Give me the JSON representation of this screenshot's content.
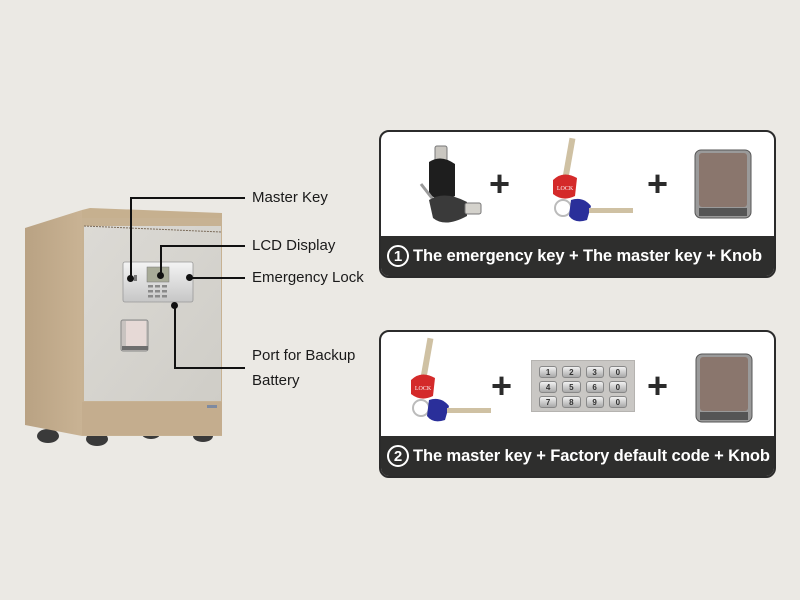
{
  "callouts": [
    {
      "id": "master-key",
      "label": "Master Key"
    },
    {
      "id": "lcd-display",
      "label": "LCD Display"
    },
    {
      "id": "emergency-lock",
      "label": "Emergency Lock"
    },
    {
      "id": "backup-battery",
      "label_line1": "Port for Backup",
      "label_line2": "Battery"
    }
  ],
  "panels": [
    {
      "number": "1",
      "items": [
        "emergency-key-icon",
        "master-key-icon",
        "knob-icon"
      ],
      "separator": "+",
      "caption": "The emergency key + The master key + Knob"
    },
    {
      "number": "2",
      "items": [
        "master-key-icon",
        "keypad-icon",
        "knob-icon"
      ],
      "separator": "+",
      "caption": "The master key + Factory default code + Knob"
    }
  ],
  "keypad_keys": [
    "1",
    "2",
    "3",
    "0",
    "4",
    "5",
    "6",
    "0",
    "7",
    "8",
    "9",
    "0"
  ],
  "key_tag_text": "LOCK",
  "colors": {
    "background": "#ebe9e4",
    "safe_body": "#c4ae90",
    "safe_door": "#d9d7d2",
    "bar": "#2e2e2d",
    "red_key": "#d42a2a",
    "blue_key": "#2a2f9a",
    "knob": "#8a766d"
  }
}
